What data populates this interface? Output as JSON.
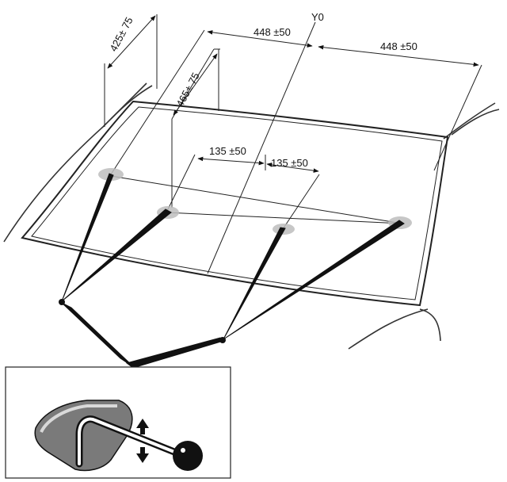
{
  "diagram": {
    "axis_label": "Y0",
    "dimensions": {
      "left_outer_height": "425± 75",
      "left_inner_height": "465± 75",
      "center_left_span": "448 ±50",
      "center_right_span": "448 ±50",
      "inner_left_offset": "135 ±50",
      "inner_right_offset": "135 ±50"
    },
    "colors": {
      "line": "#222222",
      "spray_mark": "#bdbdbd",
      "tool": "#111111"
    },
    "icons": {
      "adjust_arrows": "up-down-arrow-icon",
      "tool": "washer-nozzle-adjuster-icon"
    }
  }
}
